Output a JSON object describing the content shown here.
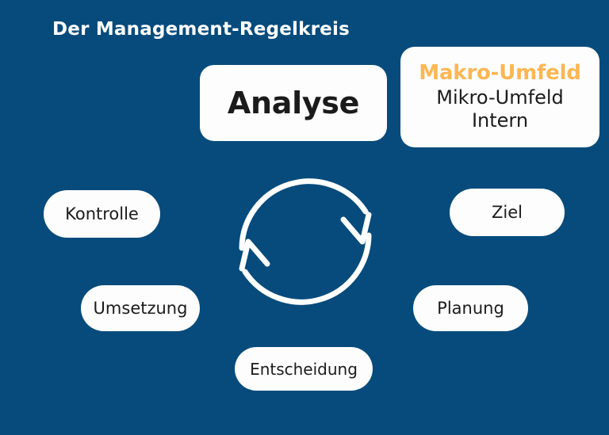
{
  "page": {
    "title": "Der Management-Regelkreis",
    "background_color": "#064B7C",
    "node_background_color": "#FDFDFD",
    "accent_color": "#FBB754",
    "text_color": "#1B1B1B"
  },
  "diagram": {
    "center_icon": {
      "name": "cycle-arrows-icon",
      "color": "#FFFFFF"
    },
    "primary_node": {
      "label": "Analyse"
    },
    "context_card": {
      "lines": [
        {
          "text": "Makro-Umfeld",
          "style": "accent"
        },
        {
          "text": "Mikro-Umfeld",
          "style": "plain"
        },
        {
          "text": "Intern",
          "style": "plain"
        }
      ]
    },
    "steps": [
      {
        "id": "kontrolle",
        "label": "Kontrolle"
      },
      {
        "id": "umsetzung",
        "label": "Umsetzung"
      },
      {
        "id": "entscheidung",
        "label": "Entscheidung"
      },
      {
        "id": "planung",
        "label": "Planung"
      },
      {
        "id": "ziel",
        "label": "Ziel"
      }
    ]
  }
}
